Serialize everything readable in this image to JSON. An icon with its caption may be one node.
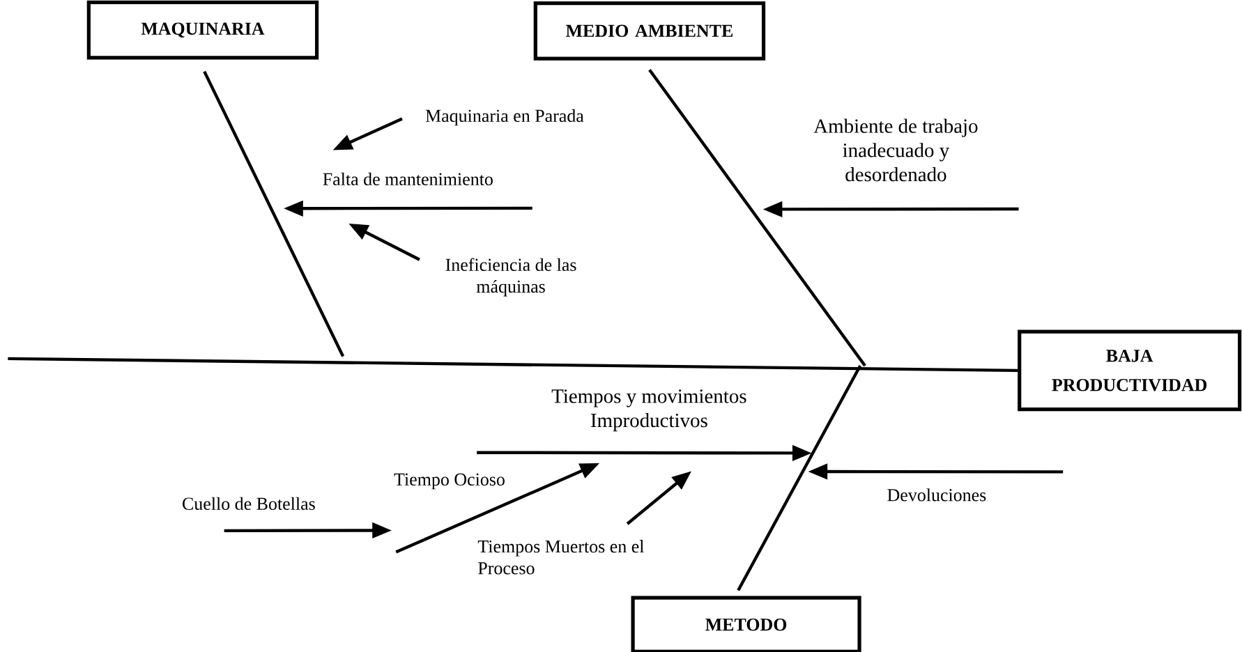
{
  "diagram": {
    "nodes": [
      {
        "text": [
          "MAQUINARIA"
        ]
      },
      {
        "text": [
          "MEDIO AMBIENTE"
        ]
      },
      {
        "text": [
          "BAJA PRODUCTIVIDAD"
        ]
      },
      {
        "text": [
          "METODO"
        ]
      },
      {
        "text": [
          "Maquinaria en Parada"
        ]
      },
      {
        "text": [
          "Falta de mantenimiento"
        ]
      },
      {
        "text": [
          "Ineficiencia de las máquinas"
        ]
      },
      {
        "text": [
          "Ambiente de trabajo inadecuado y desordenado"
        ]
      },
      {
        "text": [
          "Tiempos y movimientos Improductivos"
        ]
      },
      {
        "text": [
          "Tiempo Ocioso"
        ]
      },
      {
        "text": [
          "Cuello de Botellas"
        ]
      },
      {
        "text": [
          "Tiempos Muertos en el Proceso"
        ]
      },
      {
        "text": [
          "Devoluciones"
        ]
      }
    ],
    "edges": [
      {
        "from": null,
        "to": 2,
        "arrow": "none"
      },
      {
        "from": 0,
        "to": null,
        "arrow": "none"
      },
      {
        "from": 1,
        "to": null,
        "arrow": "none"
      },
      {
        "from": 3,
        "to": null,
        "arrow": "none"
      },
      {
        "from": 4,
        "to": 5,
        "arrow": "to"
      },
      {
        "from": null,
        "to": 5,
        "arrow": "to"
      },
      {
        "from": 6,
        "to": 5,
        "arrow": "to"
      },
      {
        "from": null,
        "to": 7,
        "arrow": "to"
      },
      {
        "from": 9,
        "to": 8,
        "arrow": "to"
      },
      {
        "from": 9,
        "to": null,
        "arrow": "to"
      },
      {
        "from": 10,
        "to": 9,
        "arrow": "to"
      },
      {
        "from": 11,
        "to": null,
        "arrow": "to"
      },
      {
        "from": null,
        "to": 12,
        "arrow": "to"
      }
    ]
  }
}
